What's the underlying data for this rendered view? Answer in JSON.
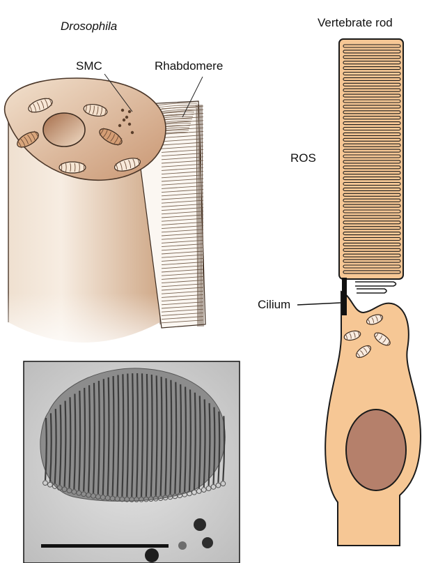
{
  "labels": {
    "drosophila": "Drosophila",
    "vertebrate_rod": "Vertebrate rod",
    "smc": "SMC",
    "rhabdomere": "Rhabdomere",
    "ros": "ROS",
    "cilium": "Cilium"
  },
  "colors": {
    "rod_fill": "#f6c795",
    "rod_stroke": "#1a1a1a",
    "nucleus_fill": "#b5806b",
    "cell_light": "#fbf3ea",
    "cell_mid": "#d9b595",
    "cell_dark": "#b07a55",
    "micrograph_bg": "#cfcfcf",
    "membrane_dark": "#4a4a4a"
  },
  "icons": {
    "mitochondrion": "mitochondrion-icon",
    "nucleus": "nucleus-icon",
    "scale_bar": "scale-bar"
  }
}
